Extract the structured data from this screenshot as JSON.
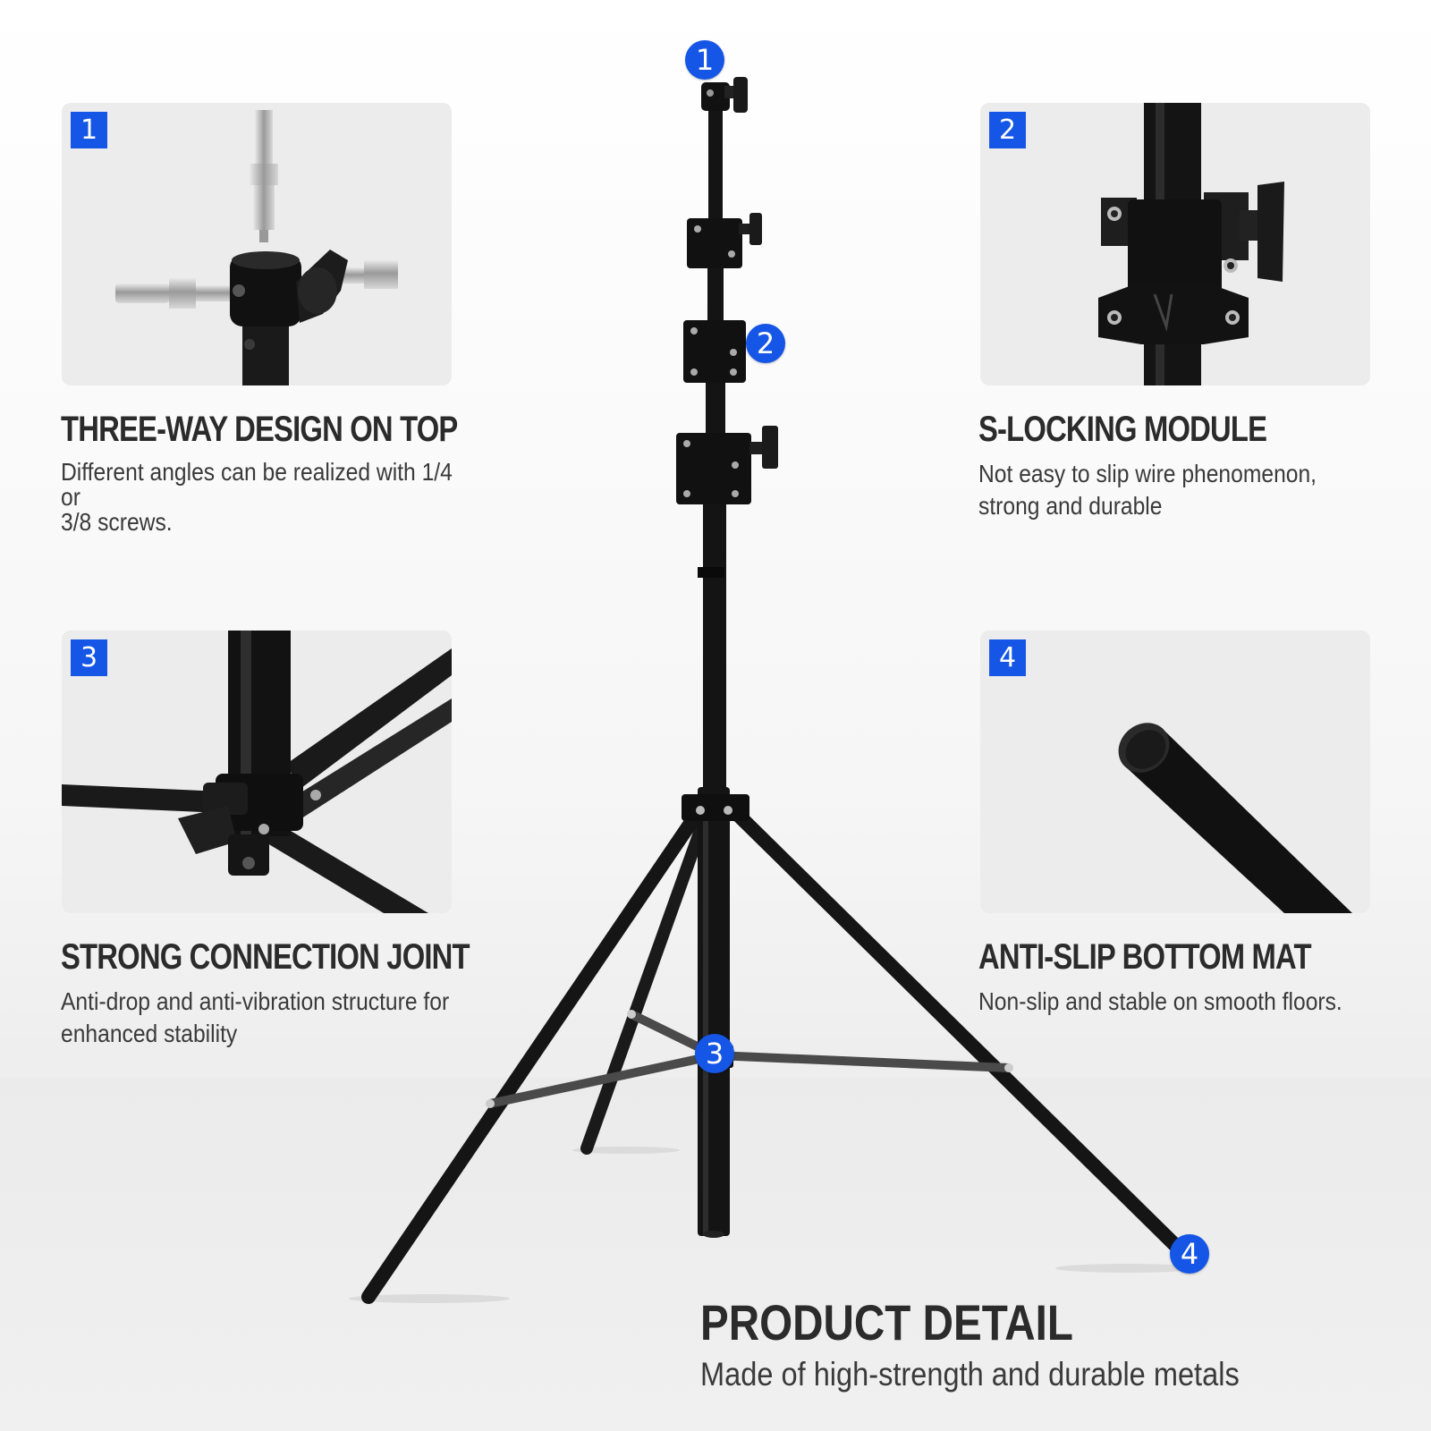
{
  "features": [
    {
      "number": "1",
      "title": "THREE-WAY DESIGN ON TOP",
      "desc_line1": "Different angles can be realized with 1/4 or",
      "desc_line2": "3/8 screws."
    },
    {
      "number": "2",
      "title": "S-LOCKING MODULE",
      "desc_line1": "Not easy to slip wire phenomenon,",
      "desc_line2": "strong and durable"
    },
    {
      "number": "3",
      "title": "STRONG CONNECTION JOINT",
      "desc_line1": "Anti-drop and anti-vibration structure for",
      "desc_line2": "enhanced stability"
    },
    {
      "number": "4",
      "title": "ANTI-SLIP BOTTOM MAT",
      "desc_line1": "Non-slip and stable on smooth floors.",
      "desc_line2": ""
    }
  ],
  "product": {
    "title": "PRODUCT DETAIL",
    "subtitle": "Made of high-strength and durable metals"
  },
  "callouts": [
    "1",
    "2",
    "3",
    "4"
  ],
  "colors": {
    "badge_blue": "#1556e6",
    "panel_bg": "#ececec",
    "heading_text": "#2b2b2b",
    "metal_black": "#141414"
  }
}
